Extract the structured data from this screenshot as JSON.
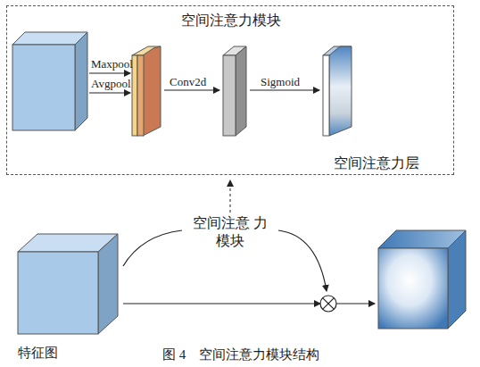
{
  "diagram": {
    "caption": "图 4　空间注意力模块结构",
    "nodes": [
      {
        "text": [
          "空间注意力模块"
        ]
      },
      {
        "text": [
          "特征图"
        ]
      }
    ],
    "labels": [
      "Maxpool",
      "Avgpool",
      "Conv2d",
      "Sigmoid",
      "空间注意力层",
      "空间注意 力模块"
    ]
  }
}
